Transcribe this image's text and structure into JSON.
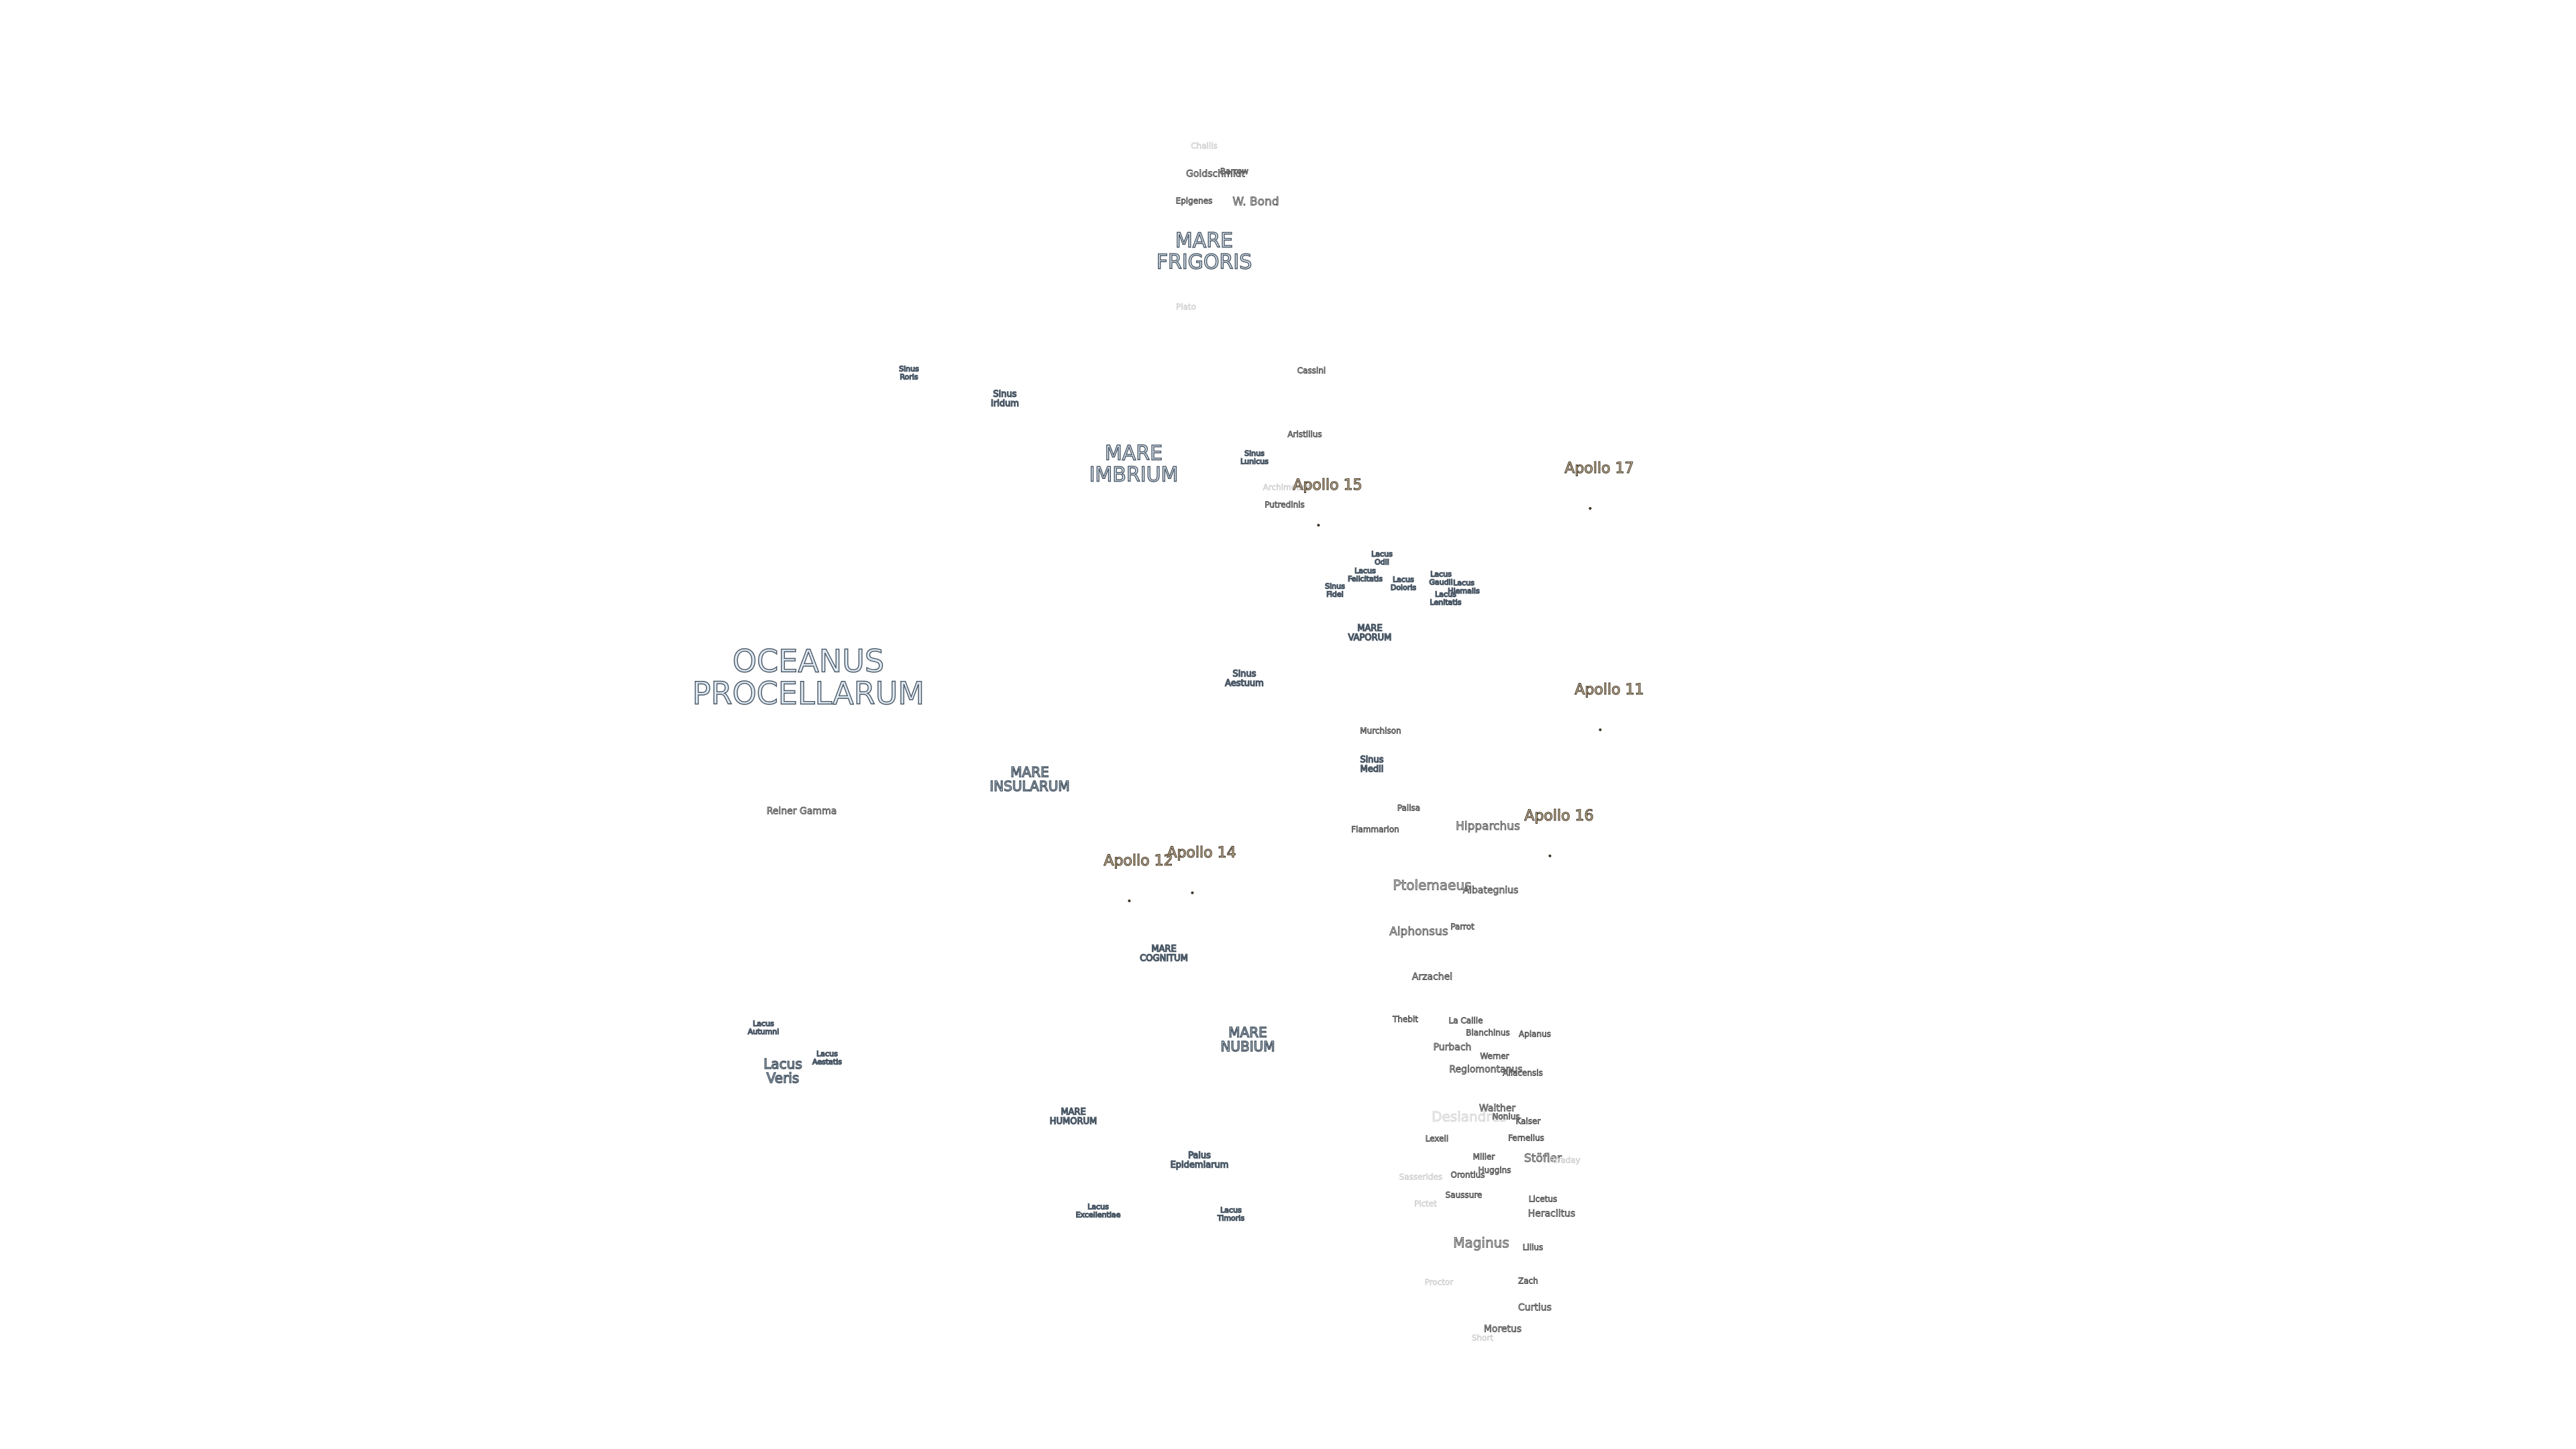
{
  "maria": [
    {
      "id": "mare-frigoris",
      "text": "MARE\nFRIGORIS"
    },
    {
      "id": "mare-imbrium",
      "text": "MARE\nIMBRIUM"
    },
    {
      "id": "oceanus-procellarum",
      "text": "OCEANUS\nPROCELLARUM"
    },
    {
      "id": "mare-insularum",
      "text": "MARE\nINSULARUM"
    },
    {
      "id": "mare-vaporum",
      "text": "MARE\nVAPORUM"
    },
    {
      "id": "mare-cognitum",
      "text": "MARE\nCOGNITUM"
    },
    {
      "id": "mare-nubium",
      "text": "MARE\nNUBIUM"
    },
    {
      "id": "mare-humorum",
      "text": "MARE\nHUMORUM"
    },
    {
      "id": "sinus-roris",
      "text": "Sinus\nRoris"
    },
    {
      "id": "sinus-iridum",
      "text": "Sinus\nIridum"
    },
    {
      "id": "sinus-aestuum",
      "text": "Sinus\nAestuum"
    },
    {
      "id": "sinus-medii",
      "text": "Sinus\nMedii"
    },
    {
      "id": "sinus-lunicus",
      "text": "Sinus\nLunicus"
    },
    {
      "id": "sinus-fidei",
      "text": "Sinus\nFidei"
    },
    {
      "id": "lacus-autumni",
      "text": "Lacus\nAutumni"
    },
    {
      "id": "lacus-veris",
      "text": "Lacus\nVeris"
    },
    {
      "id": "lacus-aestatis",
      "text": "Lacus\nAestatis"
    },
    {
      "id": "palus-epidemiarum",
      "text": "Palus\nEpidemiarum"
    },
    {
      "id": "lacus-excellentiae",
      "text": "Lacus\nExcellentiae"
    },
    {
      "id": "lacus-timoris",
      "text": "Lacus\nTimoris"
    },
    {
      "id": "lacus-odii",
      "text": "Lacus\nOdii"
    },
    {
      "id": "lacus-felicitatis",
      "text": "Lacus\nFelicitatis"
    },
    {
      "id": "lacus-doloris",
      "text": "Lacus\nDoloris"
    },
    {
      "id": "lacus-gaudii",
      "text": "Lacus\nGaudii"
    },
    {
      "id": "lacus-hiemalis",
      "text": "Lacus\nHiemalis"
    },
    {
      "id": "lacus-lenitatis",
      "text": "Lacus\nLenitatis"
    }
  ],
  "craters": [
    {
      "id": "challis",
      "text": "Challis"
    },
    {
      "id": "goldschmidt",
      "text": "Goldschmidt"
    },
    {
      "id": "barrow",
      "text": "Barrow"
    },
    {
      "id": "epigenes",
      "text": "Epigenes"
    },
    {
      "id": "w-bond",
      "text": "W. Bond"
    },
    {
      "id": "plato",
      "text": "Plato"
    },
    {
      "id": "cassini",
      "text": "Cassini"
    },
    {
      "id": "aristillus",
      "text": "Aristillus"
    },
    {
      "id": "archimedes",
      "text": "Archimedes"
    },
    {
      "id": "putredinis",
      "text": "Putredinis"
    },
    {
      "id": "murchison",
      "text": "Murchison"
    },
    {
      "id": "reiner-gamma",
      "text": "Reiner Gamma"
    },
    {
      "id": "flammarion",
      "text": "Flammarion"
    },
    {
      "id": "palisa",
      "text": "Palisa"
    },
    {
      "id": "hipparchus",
      "text": "Hipparchus"
    },
    {
      "id": "ptolemaeus",
      "text": "Ptolemaeus"
    },
    {
      "id": "albategnius",
      "text": "Albategnius"
    },
    {
      "id": "alphonsus",
      "text": "Alphonsus"
    },
    {
      "id": "parrot",
      "text": "Parrot"
    },
    {
      "id": "arzachel",
      "text": "Arzachel"
    },
    {
      "id": "thebit",
      "text": "Thebit"
    },
    {
      "id": "la-caille",
      "text": "La Caille"
    },
    {
      "id": "blanchinus",
      "text": "Blanchinus"
    },
    {
      "id": "apianus",
      "text": "Apianus"
    },
    {
      "id": "purbach",
      "text": "Purbach"
    },
    {
      "id": "werner",
      "text": "Werner"
    },
    {
      "id": "regiomontanus",
      "text": "Regiomontanus"
    },
    {
      "id": "aliacensis",
      "text": "Aliacensis"
    },
    {
      "id": "walther",
      "text": "Walther"
    },
    {
      "id": "deslandres",
      "text": "Deslandres"
    },
    {
      "id": "nonius",
      "text": "Nonius"
    },
    {
      "id": "kaiser",
      "text": "Kaiser"
    },
    {
      "id": "lexell",
      "text": "Lexell"
    },
    {
      "id": "fernelius",
      "text": "Fernelius"
    },
    {
      "id": "miller",
      "text": "Miller"
    },
    {
      "id": "stofler",
      "text": "Stöfler"
    },
    {
      "id": "faraday",
      "text": "Faraday"
    },
    {
      "id": "orontius",
      "text": "Orontius"
    },
    {
      "id": "huggins",
      "text": "Huggins"
    },
    {
      "id": "sasserides",
      "text": "Sasserides"
    },
    {
      "id": "saussure",
      "text": "Saussure"
    },
    {
      "id": "licetus",
      "text": "Licetus"
    },
    {
      "id": "heraclitus",
      "text": "Heraclitus"
    },
    {
      "id": "pictet",
      "text": "Pictet"
    },
    {
      "id": "maginus",
      "text": "Maginus"
    },
    {
      "id": "lilius",
      "text": "Lilius"
    },
    {
      "id": "proctor",
      "text": "Proctor"
    },
    {
      "id": "zach",
      "text": "Zach"
    },
    {
      "id": "curtius",
      "text": "Curtius"
    },
    {
      "id": "moretus",
      "text": "Moretus"
    },
    {
      "id": "short",
      "text": "Short"
    }
  ],
  "apollo_sites": [
    {
      "id": "apollo-17",
      "text": "Apollo 17"
    },
    {
      "id": "apollo-15",
      "text": "Apollo 15"
    },
    {
      "id": "apollo-11",
      "text": "Apollo 11"
    },
    {
      "id": "apollo-16",
      "text": "Apollo 16"
    },
    {
      "id": "apollo-14",
      "text": "Apollo 14"
    },
    {
      "id": "apollo-12",
      "text": "Apollo 12"
    }
  ]
}
